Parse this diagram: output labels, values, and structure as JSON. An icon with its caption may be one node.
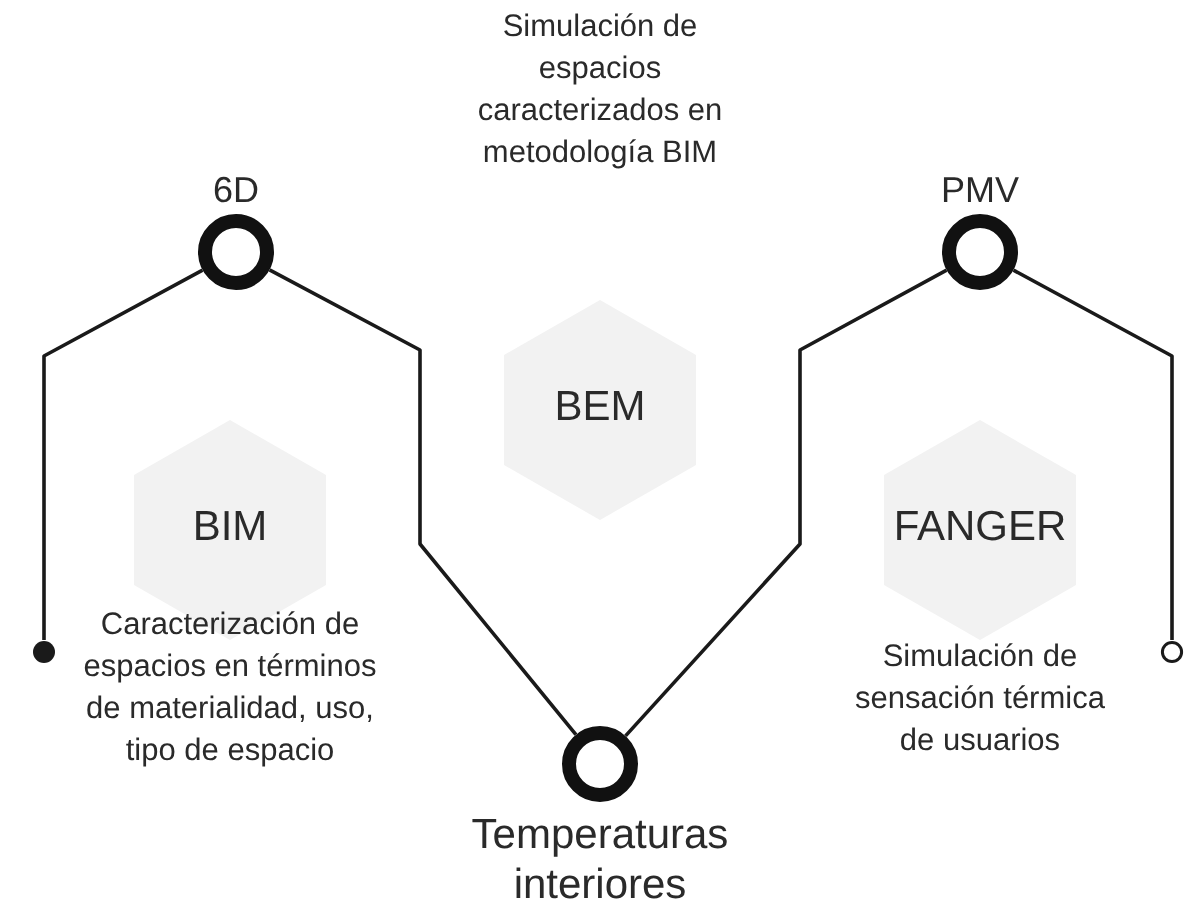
{
  "diagram": {
    "nodes": [
      {
        "text": [],
        "shape": "circle"
      },
      {
        "text": [
          "6D"
        ]
      },
      {
        "text": [
          "Temperaturas interiores"
        ]
      },
      {
        "text": [
          "PMV"
        ]
      },
      {
        "text": [],
        "shape": "circle"
      },
      {
        "text": [
          "BIM"
        ],
        "beside": [
          "Caracterización de espacios en términos de materialidad, uso, tipo de espacio"
        ]
      },
      {
        "text": [
          "BEM"
        ]
      },
      {
        "text": [
          "FANGER"
        ],
        "beside": [
          "Simulación de sensación térmica de usuarios"
        ]
      }
    ],
    "edges": [
      {
        "from": 0,
        "to": 1,
        "arrow": "none"
      },
      {
        "from": 1,
        "to": 2,
        "arrow": "none"
      },
      {
        "from": 2,
        "to": 3,
        "arrow": "none"
      },
      {
        "from": 3,
        "to": 4,
        "arrow": "none"
      }
    ],
    "labels": [
      "Simulación de espacios caracterizados en metodología BIM"
    ]
  }
}
